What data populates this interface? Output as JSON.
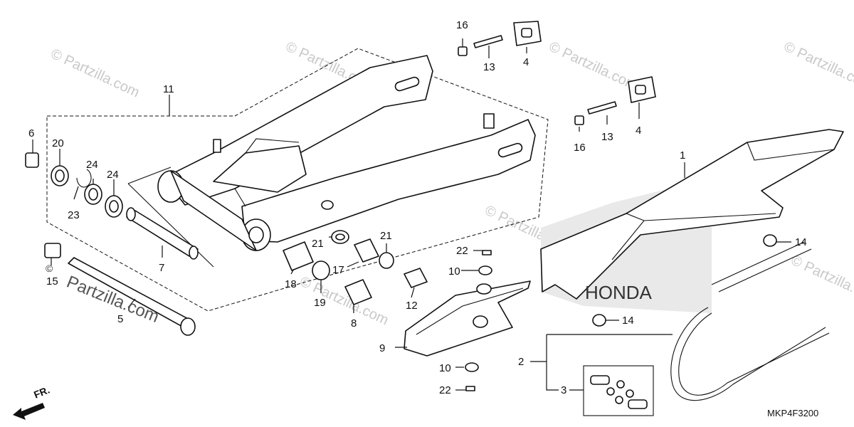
{
  "diagram": {
    "code": "MKP4F3200",
    "front_label": "FR.",
    "watermark": "© Partzilla.com",
    "watermark_primary": "Partzilla.com",
    "watermark_copyright": "©",
    "logo_text": "HONDA",
    "callouts": {
      "c1": "1",
      "c2": "2",
      "c3": "3",
      "c4a": "4",
      "c4b": "4",
      "c5": "5",
      "c6": "6",
      "c7": "7",
      "c8": "8",
      "c9": "9",
      "c10a": "10",
      "c10b": "10",
      "c11": "11",
      "c12": "12",
      "c13a": "13",
      "c13b": "13",
      "c14a": "14",
      "c14b": "14",
      "c15": "15",
      "c16a": "16",
      "c16b": "16",
      "c17": "17",
      "c18": "18",
      "c19": "19",
      "c20": "20",
      "c21a": "21",
      "c21b": "21",
      "c22a": "22",
      "c22b": "22",
      "c23": "23",
      "c24a": "24",
      "c24b": "24"
    }
  }
}
